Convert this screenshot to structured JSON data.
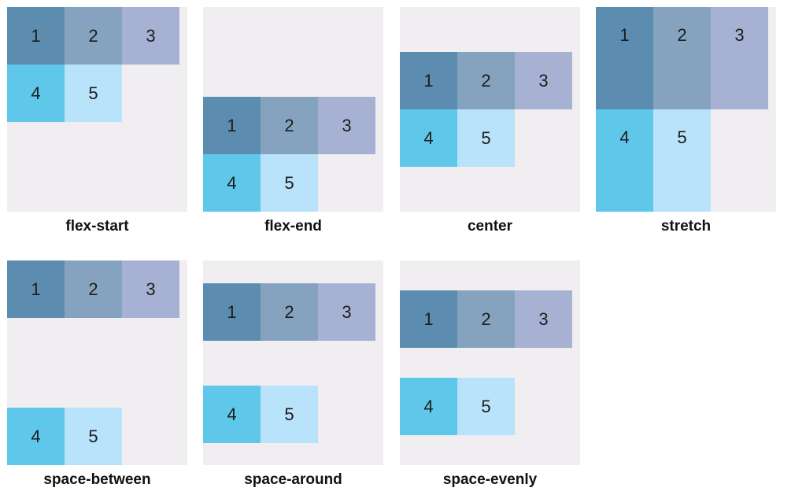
{
  "colors": {
    "container_bg": "#f0eef0",
    "item_1": "#5c8db0",
    "item_2": "#85a3bf",
    "item_3": "#a7b1d3",
    "item_4": "#5fc8ea",
    "item_5": "#b9e2fb"
  },
  "item_labels": [
    "1",
    "2",
    "3",
    "4",
    "5"
  ],
  "panels": [
    {
      "caption": "flex-start",
      "items": [
        "1",
        "2",
        "3",
        "4",
        "5"
      ]
    },
    {
      "caption": "flex-end",
      "items": [
        "1",
        "2",
        "3",
        "4",
        "5"
      ]
    },
    {
      "caption": "center",
      "items": [
        "1",
        "2",
        "3",
        "4",
        "5"
      ]
    },
    {
      "caption": "stretch",
      "items": [
        "1",
        "2",
        "3",
        "4",
        "5"
      ]
    },
    {
      "caption": "space-between",
      "items": [
        "1",
        "2",
        "3",
        "4",
        "5"
      ]
    },
    {
      "caption": "space-around",
      "items": [
        "1",
        "2",
        "3",
        "4",
        "5"
      ]
    },
    {
      "caption": "space-evenly",
      "items": [
        "1",
        "2",
        "3",
        "4",
        "5"
      ]
    }
  ]
}
